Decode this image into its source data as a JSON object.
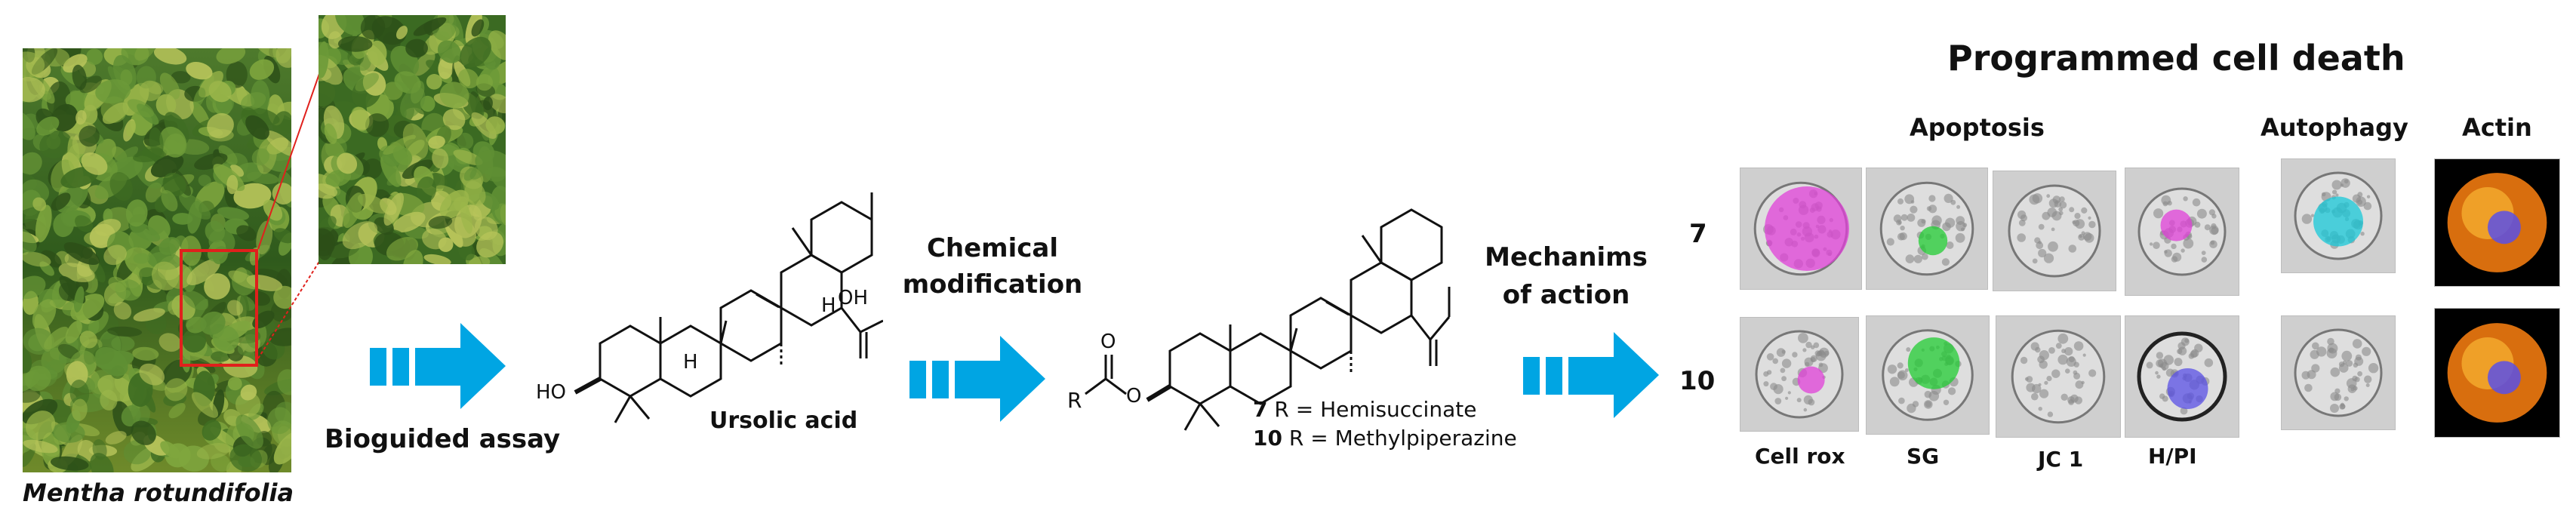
{
  "plant": {
    "species": "Mentha rotundifolia"
  },
  "steps": {
    "bioguided_label": "Bioguided assay",
    "chemical_line1": "Chemical",
    "chemical_line2": "modification",
    "mechanisms_line1": "Mechanims",
    "mechanisms_line2": "of action"
  },
  "ursolic": {
    "name": "Ursolic acid",
    "ho": "HO",
    "oh": "OH",
    "h": "H"
  },
  "derivative": {
    "r_group": "R",
    "o": "O",
    "compound7_num": "7",
    "compound7_text": " R = Hemisuccinate",
    "compound10_num": "10",
    "compound10_text": " R = Methylpiperazine"
  },
  "pcd": {
    "title": "Programmed cell death",
    "groups": {
      "apoptosis": "Apoptosis",
      "autophagy": "Autophagy",
      "actin": "Actin"
    },
    "rows": [
      "7",
      "10"
    ],
    "columns": [
      "Cell rox",
      "SG",
      "JC 1",
      "H/PI"
    ]
  },
  "colors": {
    "arrow_blue": "#00a5e3",
    "inset_red": "#e0201c",
    "cellrox_stain": "#e040d8",
    "sg_stain": "#22cc33",
    "autophagy_stain": "#18c8d8",
    "hpi_stain": "#5a50e6",
    "actin_stain": "#f07a10"
  }
}
